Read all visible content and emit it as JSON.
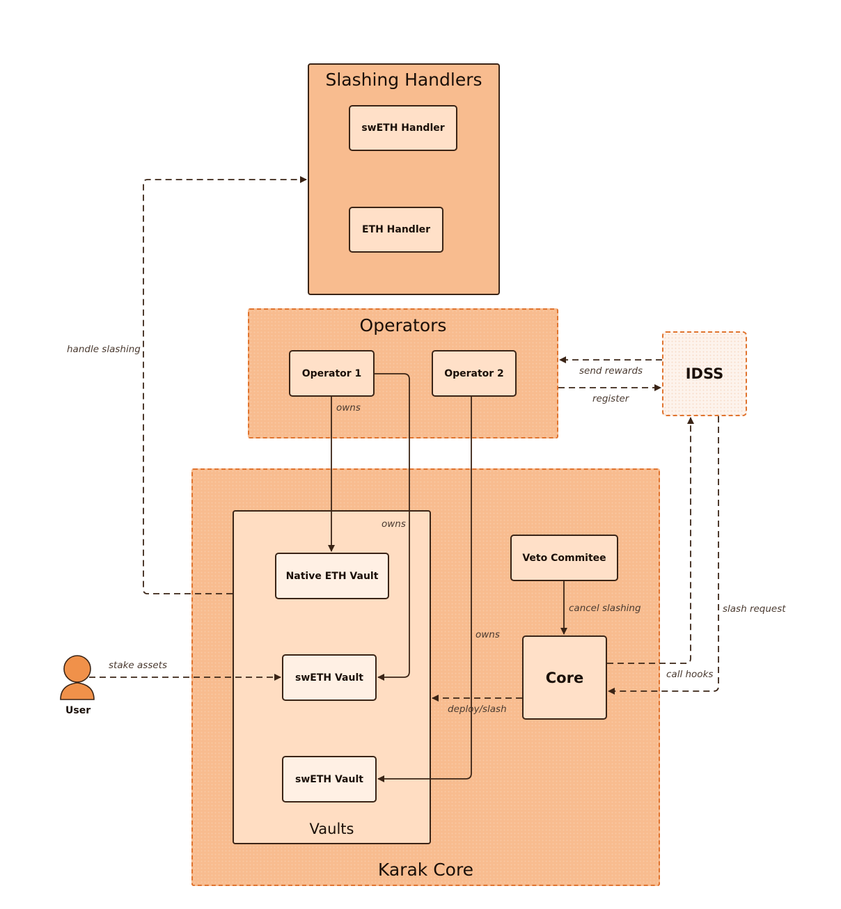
{
  "groups": {
    "slashing_handlers": "Slashing Handlers",
    "operators": "Operators",
    "karak_core": "Karak Core",
    "vaults": "Vaults"
  },
  "nodes": {
    "sweth_handler": "swETH Handler",
    "eth_handler": "ETH Handler",
    "operator_1": "Operator 1",
    "operator_2": "Operator 2",
    "idss": "IDSS",
    "native_eth_vault": "Native ETH Vault",
    "sweth_vault_1": "swETH Vault",
    "sweth_vault_2": "swETH Vault",
    "veto_committee": "Veto Commitee",
    "core": "Core",
    "user": "User"
  },
  "edge_labels": {
    "handle_slashing": "handle slashing",
    "send_rewards": "send rewards",
    "register": "register",
    "owns_op1_native": "owns",
    "owns_op1_sweth": "owns",
    "owns_op2_sweth": "owns",
    "cancel_slashing": "cancel slashing",
    "slash_request": "slash request",
    "call_hooks": "call hooks",
    "stake_assets": "stake assets",
    "deploy_slash": "deploy/slash"
  },
  "colors": {
    "group_fill": "#f8bc8f",
    "vaults_fill": "#ffddc2",
    "node_fill": "#ffe0c8",
    "dashed_border": "#e0742f",
    "edge_color": "#3a2416",
    "user_fill": "#f0914a"
  }
}
